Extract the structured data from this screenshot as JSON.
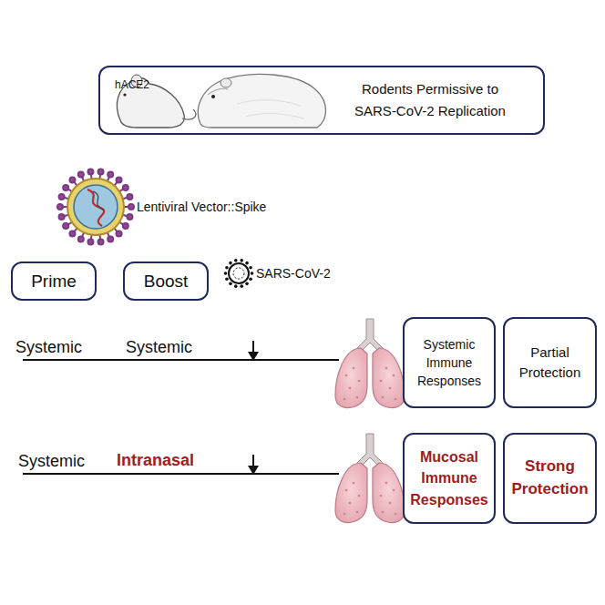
{
  "diagram": {
    "nodes": [
      {
        "text": [
          "hACE2",
          "Rodents Permissive to SARS-CoV-2 Replication"
        ]
      },
      {
        "text": [
          "Prime"
        ]
      },
      {
        "text": [
          "Boost"
        ]
      },
      {
        "text": [
          "Systemic Immune Responses"
        ]
      },
      {
        "text": [
          "Partial Protection"
        ]
      },
      {
        "text": [
          "Mucosal Immune Responses"
        ]
      },
      {
        "text": [
          "Strong Protection"
        ]
      }
    ],
    "labels": [
      "Lentiviral Vector::Spike",
      "SARS-CoV-2",
      "Systemic",
      "Systemic",
      "Systemic",
      "Intranasal"
    ]
  }
}
